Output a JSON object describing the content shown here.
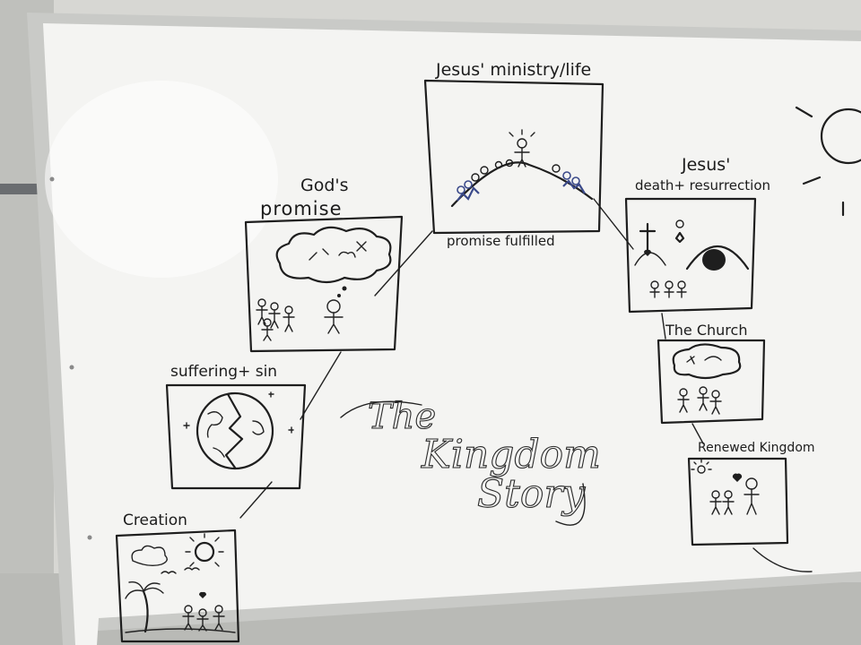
{
  "board": {
    "title_line1": "The",
    "title_line2": "Kingdom",
    "title_line3": "Story"
  },
  "panels": {
    "creation": {
      "label": "Creation"
    },
    "suffering": {
      "label": "suffering+ sin"
    },
    "promise": {
      "label_line1": "God's",
      "label_line2": "promise"
    },
    "ministry": {
      "label": "Jesus' ministry/life",
      "caption": "promise fulfilled"
    },
    "death": {
      "label_line1": "Jesus'",
      "label_line2": "death+ resurrection"
    },
    "church": {
      "label": "The Church"
    },
    "renewed": {
      "label": "Renewed Kingdom"
    }
  },
  "colors": {
    "whiteboard": "#f4f4f2",
    "frame": "#c9cac7",
    "marker": "#1e1e1e",
    "accent_blue": "#3b4a8a"
  }
}
